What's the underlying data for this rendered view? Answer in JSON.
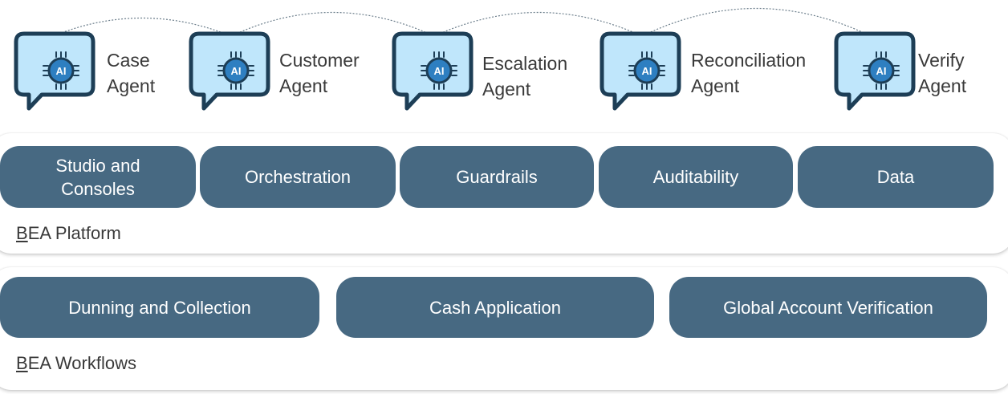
{
  "agents": [
    {
      "line1": "Case",
      "line2": "Agent",
      "icon": "ai-chat-bubble-icon"
    },
    {
      "line1": "Customer",
      "line2": "Agent",
      "icon": "ai-chat-bubble-icon"
    },
    {
      "line1": "Escalation",
      "line2": "Agent",
      "icon": "ai-chat-bubble-icon"
    },
    {
      "line1": "Reconciliation",
      "line2": "Agent",
      "icon": "ai-chat-bubble-icon"
    },
    {
      "line1": "Verify",
      "line2": "Agent",
      "icon": "ai-chat-bubble-icon"
    }
  ],
  "ai_badge": "AI",
  "platform": {
    "modules": [
      "Studio and\nConsoles",
      "Orchestration",
      "Guardrails",
      "Auditability",
      "Data"
    ],
    "label_first": "B",
    "label_rest": "EA Platform"
  },
  "workflows": {
    "modules": [
      "Dunning and Collection",
      "Cash Application",
      "Global Account Verification"
    ],
    "label_first": "B",
    "label_rest": "EA Workflows"
  },
  "colors": {
    "pill": "#476982",
    "bubble_fill": "#bfe6fb",
    "bubble_stroke": "#1d3e56",
    "chip_fill": "#2e7fc1",
    "connector": "#6d7f8c"
  }
}
